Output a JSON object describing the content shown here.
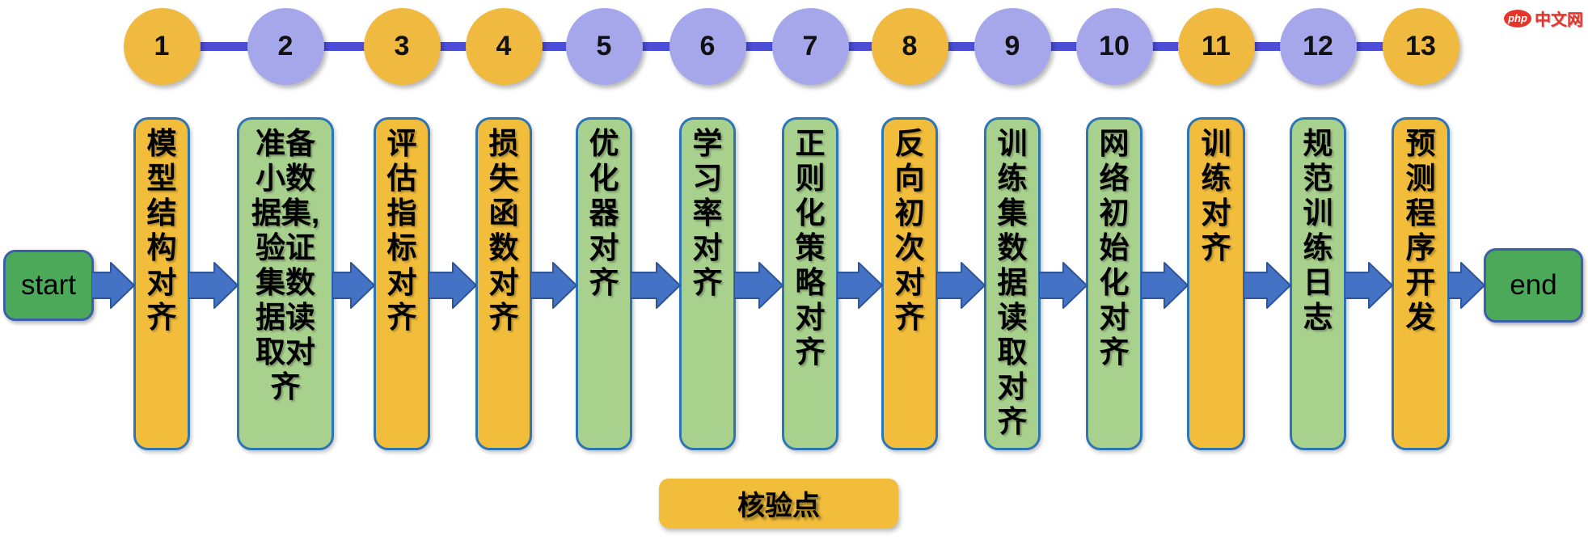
{
  "flow": {
    "start_label": "start",
    "end_label": "end",
    "checkpoint_label": "核验点",
    "stages": [
      {
        "num": "1",
        "label": "模型结构对齐",
        "color": "orange"
      },
      {
        "num": "2",
        "label": "准备小数据集,验证集数据读取对齐",
        "color": "green"
      },
      {
        "num": "3",
        "label": "评估指标对齐",
        "color": "orange"
      },
      {
        "num": "4",
        "label": "损失函数对齐",
        "color": "orange"
      },
      {
        "num": "5",
        "label": "优化器对齐",
        "color": "green"
      },
      {
        "num": "6",
        "label": "学习率对齐",
        "color": "green"
      },
      {
        "num": "7",
        "label": "正则化策略对齐",
        "color": "green"
      },
      {
        "num": "8",
        "label": "反向初次对齐",
        "color": "orange"
      },
      {
        "num": "9",
        "label": "训练集数据读取对齐",
        "color": "green"
      },
      {
        "num": "10",
        "label": "网络初始化对齐",
        "color": "green"
      },
      {
        "num": "11",
        "label": "训练对齐",
        "color": "orange"
      },
      {
        "num": "12",
        "label": "规范训练日志",
        "color": "green"
      },
      {
        "num": "13",
        "label": "预测程序开发",
        "color": "orange"
      }
    ],
    "colors": {
      "stage_orange": "#f2bd3b",
      "stage_green": "#a9d18e",
      "circle_orange": "#f0b93f",
      "circle_purple": "#a5a7ea",
      "connector": "#4c4ed8",
      "arrow_fill": "#4472c4",
      "arrow_stroke": "#2f5597",
      "terminal_green": "#4ca95a",
      "terminal_border": "#3b5fa8",
      "box_border": "#2e75b6",
      "logo_red": "#e5352b"
    }
  },
  "logo": {
    "badge_text": "php",
    "site_text": "中文网"
  }
}
